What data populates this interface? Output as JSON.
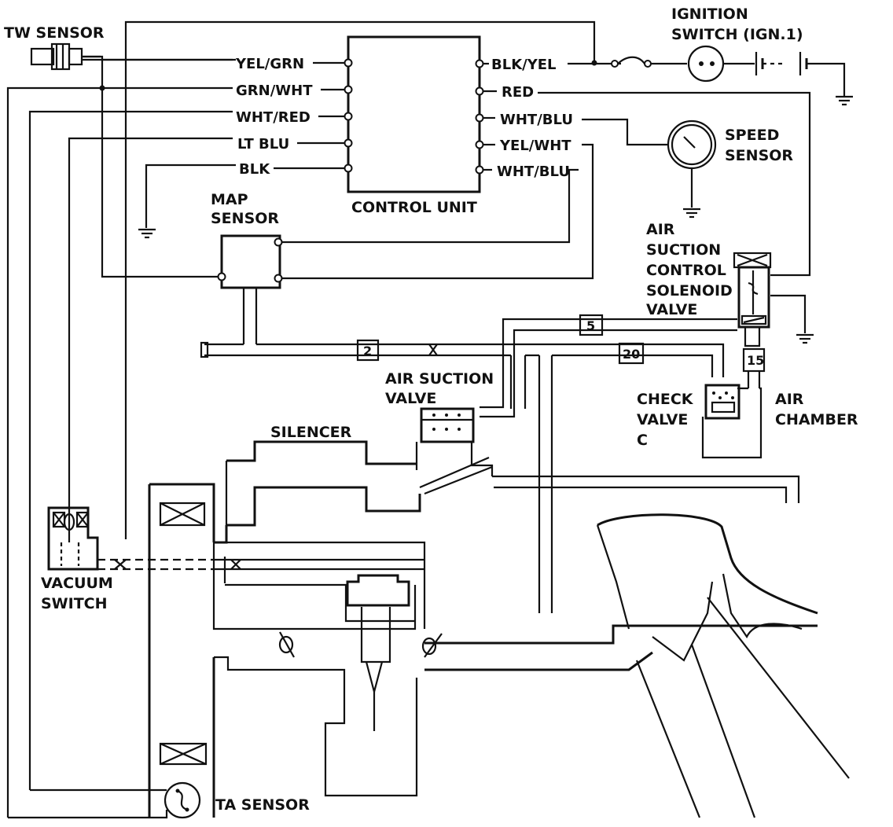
{
  "labels": {
    "tw_sensor": "TW SENSOR",
    "ignition_1": "IGNITION",
    "ignition_2": "SWITCH (IGN.1)",
    "control_unit": "CONTROL UNIT",
    "map_1": "MAP",
    "map_2": "SENSOR",
    "speed_1": "SPEED",
    "speed_2": "SENSOR",
    "solenoid_1": "AIR",
    "solenoid_2": "SUCTION",
    "solenoid_3": "CONTROL",
    "solenoid_4": "SOLENOID",
    "solenoid_5": "VALVE",
    "air_suction_1": "AIR SUCTION",
    "air_suction_2": "VALVE",
    "silencer": "SILENCER",
    "check_1": "CHECK",
    "check_2": "VALVE",
    "check_3": "C",
    "air_chamber_1": "AIR",
    "air_chamber_2": "CHAMBER",
    "vacuum_1": "VACUUM",
    "vacuum_2": "SWITCH",
    "ta_sensor": "TA SENSOR"
  },
  "wires_left": [
    "YEL/GRN",
    "GRN/WHT",
    "WHT/RED",
    "LT BLU",
    "BLK"
  ],
  "wires_right": [
    "BLK/YEL",
    "RED",
    "WHT/BLU",
    "YEL/WHT",
    "WHT/BLU"
  ],
  "tubes": [
    "5",
    "2",
    "20",
    "15"
  ]
}
